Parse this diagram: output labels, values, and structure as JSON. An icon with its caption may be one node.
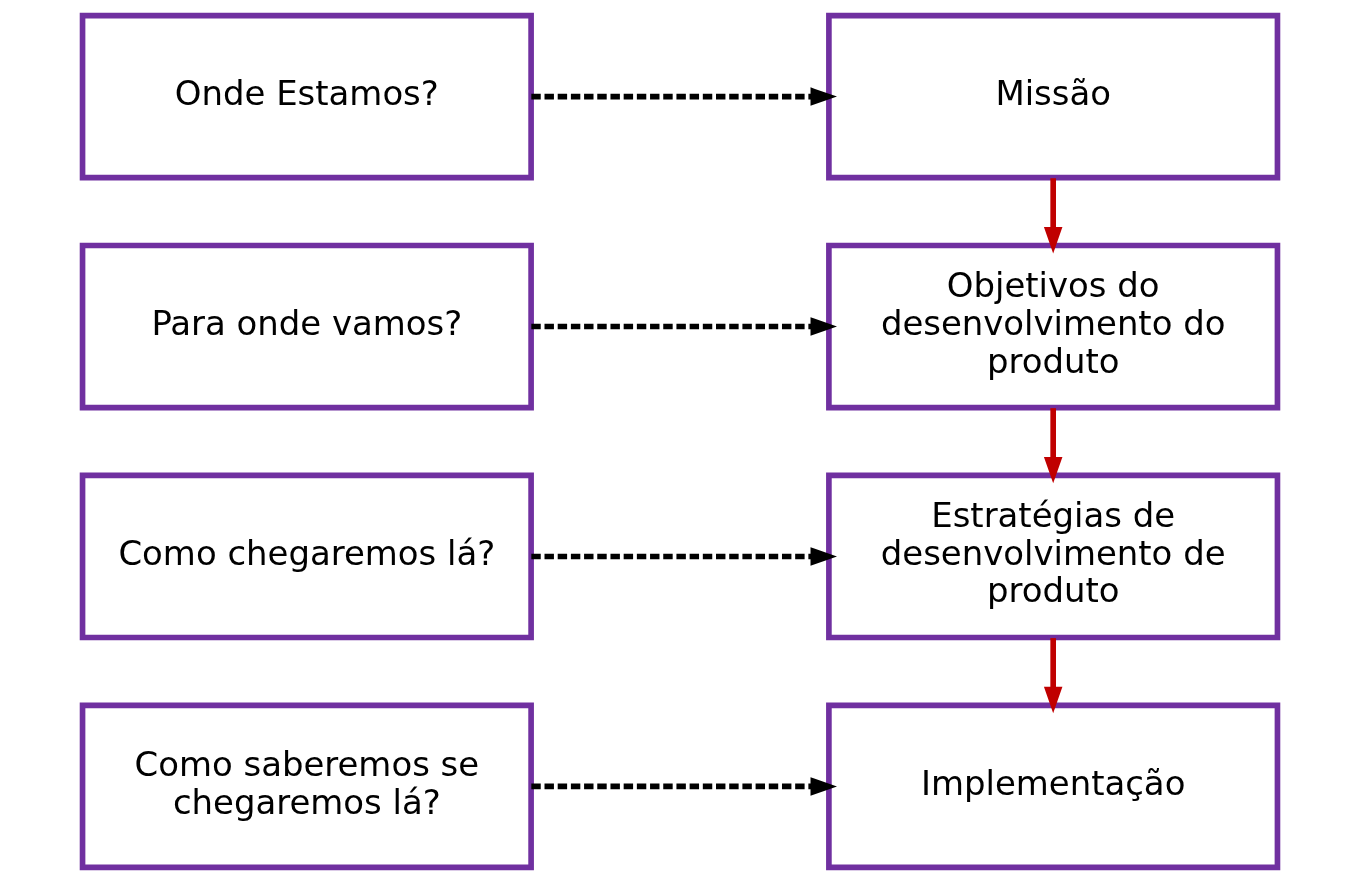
{
  "diagram": {
    "nodes": [
      {
        "text": [
          "Onde Estamos?"
        ]
      },
      {
        "text": [
          "Missão"
        ]
      },
      {
        "text": [
          "Para onde vamos?"
        ]
      },
      {
        "text": [
          "Objetivos do desenvolvimento do produto"
        ]
      },
      {
        "text": [
          "Como chegaremos lá?"
        ]
      },
      {
        "text": [
          "Estratégias de desenvolvimento de produto"
        ]
      },
      {
        "text": [
          "Como saberemos se chegaremos lá?"
        ]
      },
      {
        "text": [
          "Implementação"
        ]
      }
    ],
    "edges": [
      {
        "from": 0,
        "to": 1,
        "arrow": "to",
        "style": "dashed"
      },
      {
        "from": 2,
        "to": 3,
        "arrow": "to",
        "style": "dashed"
      },
      {
        "from": 4,
        "to": 5,
        "arrow": "to",
        "style": "dashed"
      },
      {
        "from": 6,
        "to": 7,
        "arrow": "to",
        "style": "dashed"
      },
      {
        "from": 1,
        "to": 3,
        "arrow": "to",
        "color": "#c00000"
      },
      {
        "from": 3,
        "to": 5,
        "arrow": "to",
        "color": "#c00000"
      },
      {
        "from": 5,
        "to": 7,
        "arrow": "to",
        "color": "#c00000"
      }
    ]
  }
}
